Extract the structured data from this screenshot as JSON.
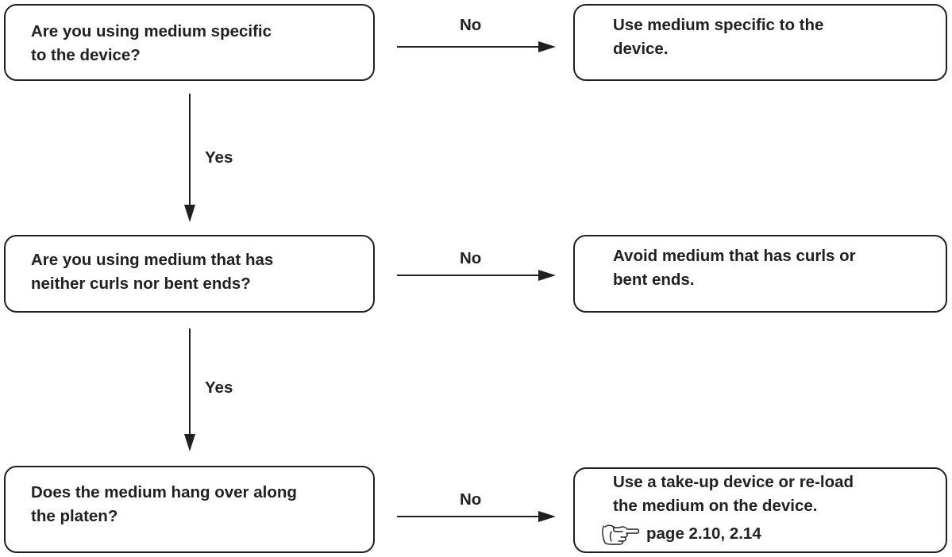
{
  "diagram": {
    "questions": [
      {
        "text": "Are you using medium specific\nto the device?",
        "no_label": "No",
        "yes_label": "Yes"
      },
      {
        "text": "Are you using medium that has\nneither curls nor bent ends?",
        "no_label": "No",
        "yes_label": "Yes"
      },
      {
        "text": "Does the medium hang over along\nthe platen?",
        "no_label": "No"
      }
    ],
    "actions": [
      {
        "text": "Use medium specific to the\ndevice."
      },
      {
        "text": "Avoid medium that has curls or\nbent ends."
      },
      {
        "text": "Use a take-up device or re-load\nthe medium on the device.",
        "reference": {
          "icon": "pointing-hand-reference-icon",
          "text": "page 2.10, 2.14"
        }
      }
    ]
  }
}
